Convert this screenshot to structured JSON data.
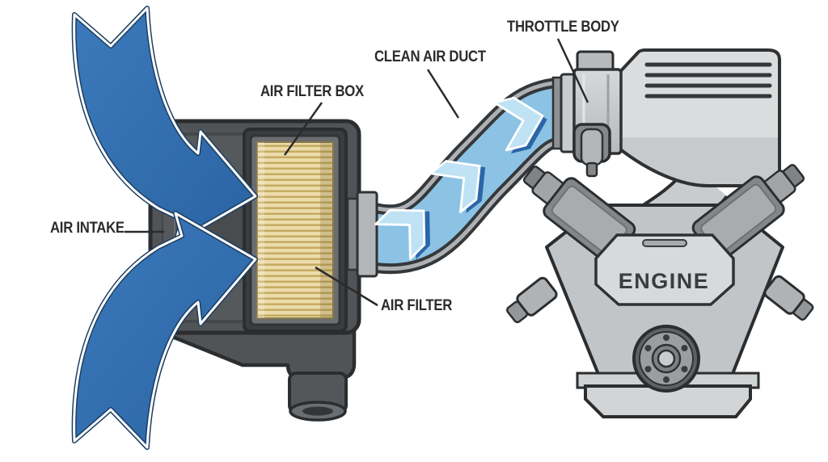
{
  "diagram": {
    "subject": "car-engine-air-intake-system",
    "labels": {
      "air_intake": "AIR INTAKE",
      "air_filter_box": "AIR FILTER BOX",
      "clean_air_duct": "CLEAN AIR DUCT",
      "throttle_body": "THROTTLE BODY",
      "air_filter": "AIR FILTER",
      "engine": "ENGINE"
    },
    "colors": {
      "background": "#ffffff",
      "intake_arrow_blue": "#2e6cad",
      "intake_arrow_outline": "#1c3e63",
      "duct_blue_light": "#c9e5f5",
      "duct_blue": "#96cbe8",
      "chevron_blue": "#bfe2f4",
      "chevron_shadow_blue": "#2a66a8",
      "box_gray": "#515457",
      "outline_dark": "#2b2d2f",
      "filter_tan": "#ecdcab",
      "filter_pleat": "#c3a95e",
      "metal_light": "#dadcde",
      "metal_mid": "#c3c6c9",
      "metal_dark": "#7b7e81",
      "label_text": "#2b2b2b"
    }
  }
}
